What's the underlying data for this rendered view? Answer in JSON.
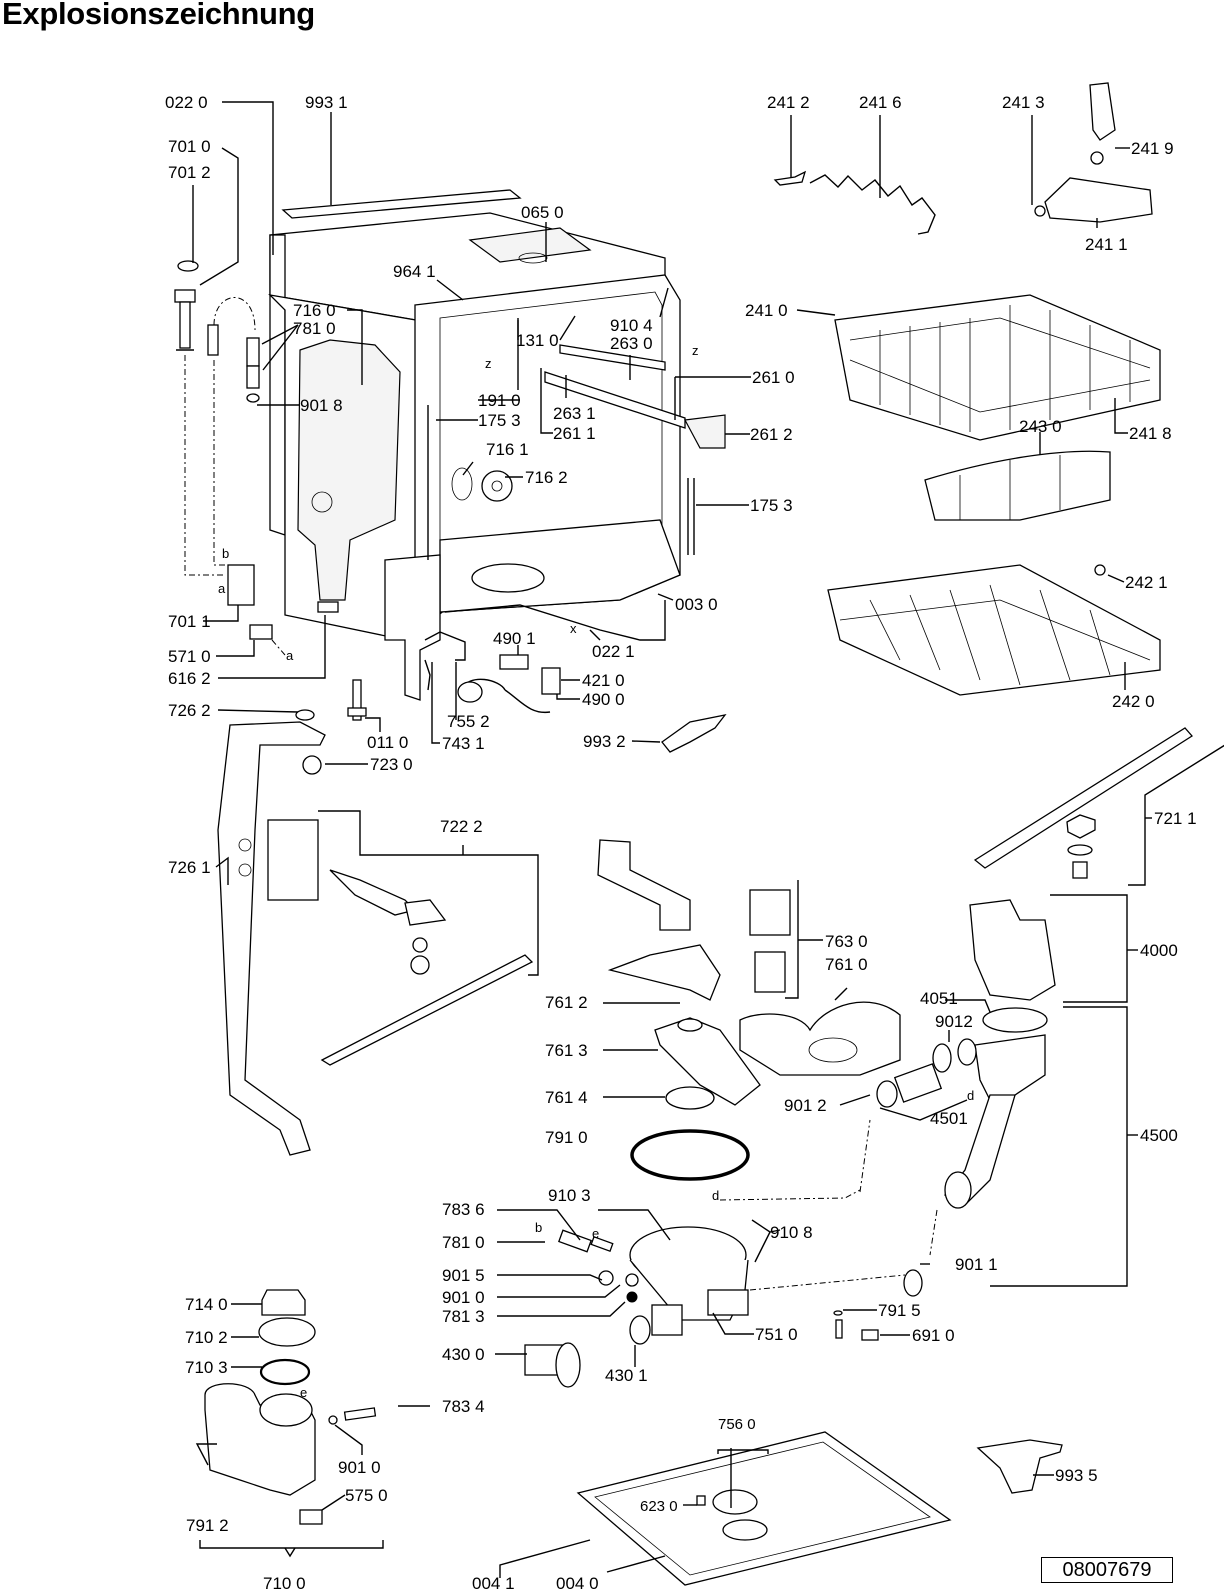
{
  "title": "Explosionszeichnung",
  "document_number": "08007679",
  "labels": {
    "p0220": "022 0",
    "p9931": "993 1",
    "p7010": "701 0",
    "p7012": "701 2",
    "p0650": "065 0",
    "p9641": "964 1",
    "p7160": "716 0",
    "p7810a": "781 0",
    "p1310": "131 0",
    "p9104": "910 4",
    "p2630": "263 0",
    "p2610": "261 0",
    "p9018": "901 8",
    "p1910": "191 0",
    "p1753a": "175 3",
    "p2631": "263 1",
    "p2611": "261 1",
    "p2612": "261 2",
    "p7161": "716 1",
    "p7162": "716 2",
    "p1753b": "175 3",
    "p0030": "003 0",
    "p7011": "701 1",
    "p5710": "571 0",
    "p6162": "616 2",
    "p4901": "490 1",
    "p0221": "022 1",
    "p4210": "421 0",
    "p4900": "490 0",
    "p7262": "726 2",
    "p0110": "011 0",
    "p7552": "755 2",
    "p7431": "743 1",
    "p9932": "993 2",
    "p7230": "723 0",
    "p7222": "722 2",
    "p7261": "726 1",
    "p2412": "241 2",
    "p2416": "241 6",
    "p2413": "241 3",
    "p2419": "241 9",
    "p2411": "241 1",
    "p2410": "241 0",
    "p2418": "241 8",
    "p2430": "243 0",
    "p2421": "242 1",
    "p2420": "242 0",
    "p7211": "721 1",
    "p4000": "4000",
    "p7630": "763 0",
    "p7610": "761 0",
    "p7612": "761 2",
    "p4051": "4051",
    "p9012a": "9012",
    "p7613": "761 3",
    "p7614": "761 4",
    "p9012b": "901 2",
    "p4501": "4501",
    "p4500": "4500",
    "p7910": "791 0",
    "p9103": "910 3",
    "p7836": "783 6",
    "p9108": "910 8",
    "p7810b": "781 0",
    "p9015": "901 5",
    "p9011": "901 1",
    "p9010a": "901 0",
    "p7813": "781 3",
    "p7915": "791 5",
    "p7510": "751 0",
    "p6910": "691 0",
    "p4300": "430 0",
    "p4301": "430 1",
    "p7140": "714 0",
    "p7102": "710 2",
    "p7103": "710 3",
    "p7834": "783 4",
    "p9010b": "901 0",
    "p7912": "791 2",
    "p5750": "575 0",
    "p7100": "710 0",
    "p7560": "756 0",
    "p6230": "623 0",
    "p9935": "993 5",
    "p0041": "004 1",
    "p0040": "004 0"
  },
  "connection_letters": {
    "a1": "a",
    "a2": "a",
    "b1": "b",
    "b2": "b",
    "d1": "d",
    "d2": "d",
    "e1": "e",
    "e2": "e",
    "x": "x",
    "z1": "z",
    "z2": "z"
  }
}
